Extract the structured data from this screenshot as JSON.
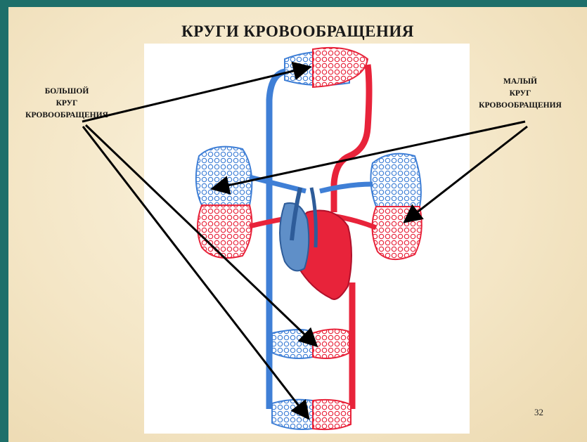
{
  "slide": {
    "title": "КРУГИ КРОВООБРАЩЕНИЯ",
    "page_number": "32"
  },
  "labels": {
    "systemic_circulation": [
      "БОЛЬШОЙ",
      "КРУГ",
      "КРОВООБРАЩЕНИЯ"
    ],
    "pulmonary_circulation": [
      "МАЛЫЙ",
      "КРУГ",
      "КРОВООБРАЩЕНИЯ"
    ]
  },
  "colors": {
    "background_frame": "#1e6f6a",
    "slide_bg": "#f4e6c6",
    "arterial_blood": "#e8233a",
    "venous_blood": "#3f7fd6",
    "arrow": "#000000"
  }
}
